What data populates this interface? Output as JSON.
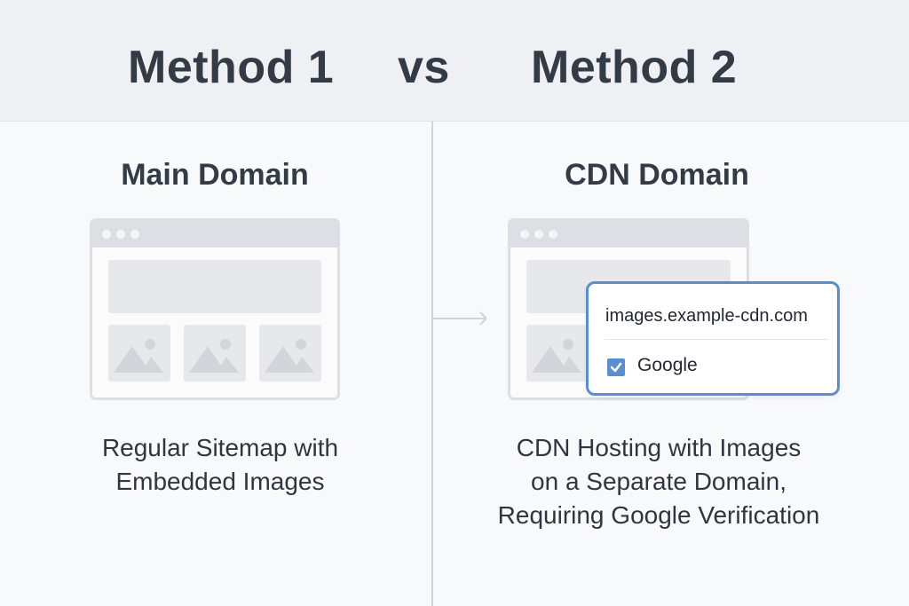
{
  "header": {
    "left_title": "Method 1",
    "vs_label": "vs",
    "right_title": "Method 2"
  },
  "left_panel": {
    "title": "Main Domain",
    "caption_line1": "Regular Sitemap with",
    "caption_line2": "Embedded Images",
    "illustration": "browser-window-with-image-thumbnails"
  },
  "right_panel": {
    "title": "CDN Domain",
    "popup": {
      "domain": "images.example-cdn.com",
      "checkbox_label": "Google",
      "checkbox_checked": true
    },
    "caption_line1": "CDN Hosting with Images",
    "caption_line2": "on a Separate Domain,",
    "caption_line3": "Requiring Google Verification",
    "illustration": "browser-window-with-verification-popup"
  },
  "colors": {
    "header_bg": "#eef0f4",
    "text": "#333b47",
    "accent_blue": "#5b8ed1",
    "wireframe_gray": "#dcdfe3"
  }
}
